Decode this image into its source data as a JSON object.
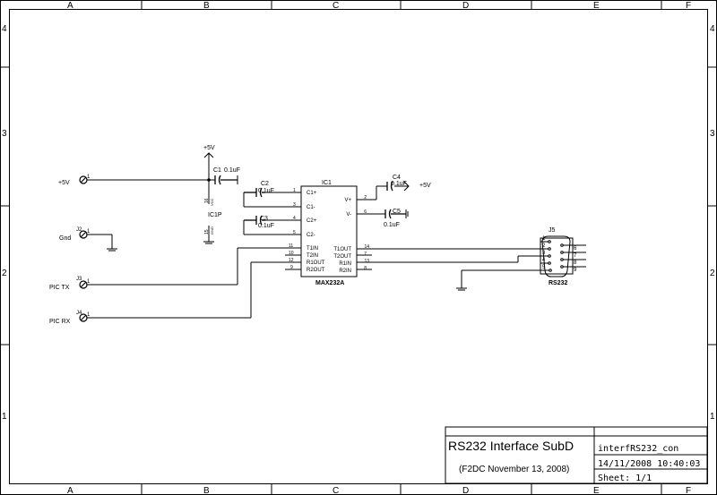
{
  "frame": {
    "column_labels": [
      "A",
      "B",
      "C",
      "D",
      "E",
      "F"
    ],
    "row_labels": [
      "4",
      "3",
      "2",
      "1"
    ]
  },
  "title_block": {
    "title": "RS232 Interface SubD",
    "subtitle": "(F2DC November 13, 2008)",
    "filename": "interfRS232_con",
    "datetime": "14/11/2008 10:40:03",
    "sheet": "Sheet: 1/1"
  },
  "ports": {
    "vcc_in": {
      "label": "+5V",
      "pin": "1"
    },
    "j2": {
      "ref": "J2",
      "label": "Gnd",
      "pin": "1"
    },
    "j3": {
      "ref": "J3",
      "label": "PIC TX",
      "pin": "1"
    },
    "j4": {
      "ref": "J4",
      "label": "PIC RX",
      "pin": "1"
    }
  },
  "power": {
    "plus5v_top": "+5V",
    "plus5v_right": "+5V",
    "ic1p": {
      "ref": "IC1P",
      "pin_top": "16",
      "pin_bot": "15",
      "name_top": "VCC",
      "name_bot": "GND"
    }
  },
  "caps": {
    "c1": {
      "ref": "C1",
      "value": "0.1uF"
    },
    "c2": {
      "ref": "C2",
      "value": "0.1uF"
    },
    "c3": {
      "ref": "C3",
      "value": "0.1uF"
    },
    "c4": {
      "ref": "C4",
      "value": "0.1uF"
    },
    "c5": {
      "ref": "C5",
      "value": "0.1uF"
    }
  },
  "ic1": {
    "ref": "IC1",
    "part": "MAX232A",
    "left_pins": [
      {
        "name": "C1+",
        "num": "1"
      },
      {
        "name": "C1-",
        "num": "3"
      },
      {
        "name": "C2+",
        "num": "4"
      },
      {
        "name": "C2-",
        "num": "5"
      },
      {
        "name": "T1IN",
        "num": "11"
      },
      {
        "name": "T2IN",
        "num": "10"
      },
      {
        "name": "R1OUT",
        "num": "12"
      },
      {
        "name": "R2OUT",
        "num": "9"
      }
    ],
    "right_pins": [
      {
        "name": "V+",
        "num": "2"
      },
      {
        "name": "V-",
        "num": "6"
      },
      {
        "name": "T1OUT",
        "num": "14"
      },
      {
        "name": "T2OUT",
        "num": "7"
      },
      {
        "name": "R1IN",
        "num": "13"
      },
      {
        "name": "R2IN",
        "num": "8"
      }
    ]
  },
  "j5": {
    "ref": "J5",
    "part": "RS232",
    "left_pins": [
      "1",
      "2",
      "3",
      "4",
      "5"
    ],
    "right_pins": [
      "6",
      "7",
      "8",
      "9"
    ]
  }
}
